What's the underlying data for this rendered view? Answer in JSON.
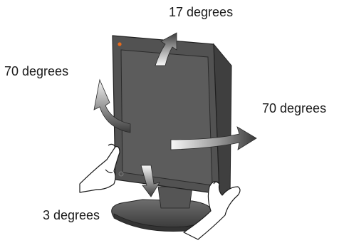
{
  "labels": {
    "tilt_up": "17 degrees",
    "swivel_left": "70 degrees",
    "swivel_right": "70 degrees",
    "tilt_down": "3 degrees"
  },
  "colors": {
    "bezel": "#4d4d4d",
    "screen": "#5b5b5b",
    "arrow_dark": "#333333",
    "arrow_light": "#f2f2f2",
    "power_led": "#e86a1c"
  },
  "icons": {
    "monitor": "monitor-illustration",
    "arrows": "rotation-arrow-icon",
    "hands": "hand-illustration"
  }
}
